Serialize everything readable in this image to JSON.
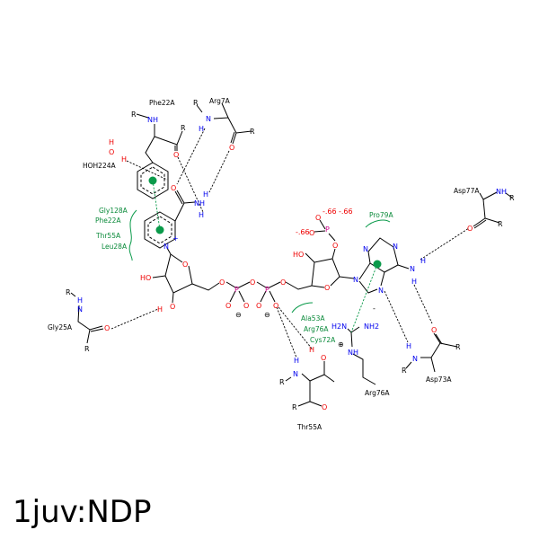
{
  "title": "1juv:NDP",
  "residues": {
    "phe22": "Phe22A",
    "arg7": "Arg7A",
    "hoh224": "HOH224A",
    "gly25": "Gly25A",
    "thr55": "Thr55A",
    "arg76": "Arg76A",
    "asp73": "Asp73A",
    "asp77": "Asp77A"
  },
  "hydrophobic_contacts": {
    "group1": [
      "Gly128A",
      "Phe22A",
      "Thr55A",
      "Leu28A"
    ],
    "group2": [
      "Pro79A"
    ],
    "group3": [
      "Ala53A",
      "Arg76A",
      "Cys72A"
    ]
  },
  "atoms": {
    "R": "R",
    "NH": "NH",
    "N": "N",
    "H": "H",
    "O": "O",
    "HO": "HO",
    "P": "P",
    "Nplus": "N",
    "plus": "+",
    "minus": "⊖",
    "plusc": "⊕",
    "H2N": "H2N",
    "NH2": "NH2",
    "charge": "-.66",
    "dash": "-"
  },
  "colors": {
    "carbon": "#000000",
    "nitrogen": "#0000ee",
    "oxygen": "#ee0000",
    "phosphorus": "#d0008c",
    "hydrophobic": "#0a8a3a"
  }
}
